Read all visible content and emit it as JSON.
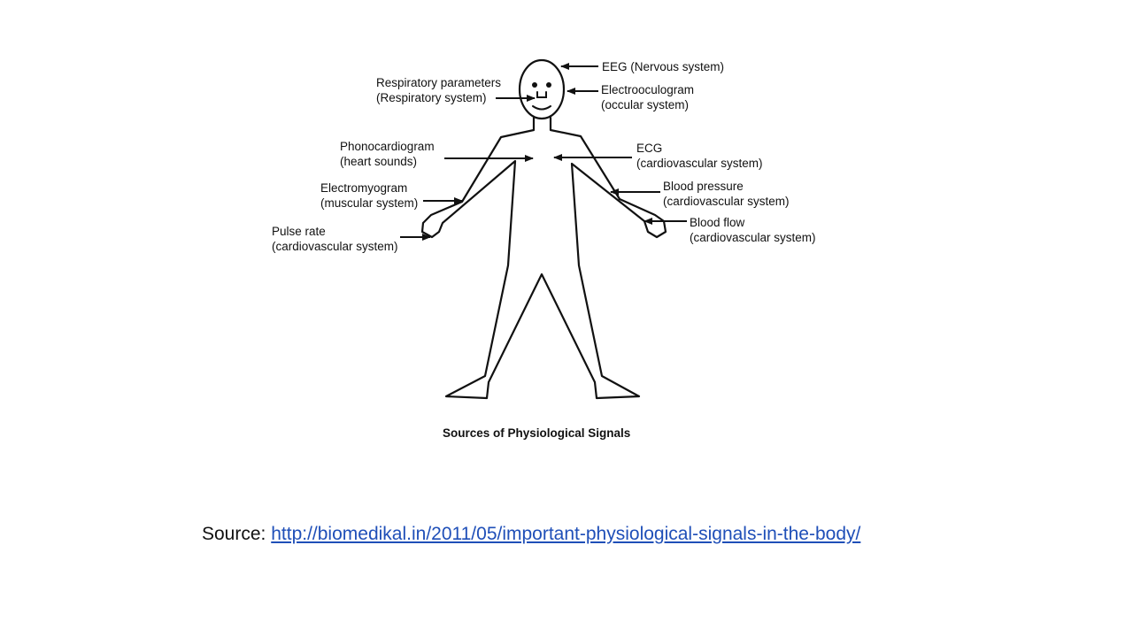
{
  "labels": {
    "eeg": "EEG (Nervous system)",
    "eog_1": "Electrooculogram",
    "eog_2": "(occular system)",
    "resp_1": "Respiratory parameters",
    "resp_2": "(Respiratory system)",
    "pcg_1": "Phonocardiogram",
    "pcg_2": "(heart sounds)",
    "ecg_1": "ECG",
    "ecg_2": "(cardiovascular system)",
    "emg_1": "Electromyogram",
    "emg_2": "(muscular system)",
    "bp_1": "Blood pressure",
    "bp_2": "(cardiovascular system)",
    "pulse_1": "Pulse rate",
    "pulse_2": "(cardiovascular system)",
    "flow_1": "Blood flow",
    "flow_2": "(cardiovascular system)"
  },
  "caption": "Sources of Physiological Signals",
  "source": {
    "prefix": "Source: ",
    "url": "http://biomedikal.in/2011/05/important-physiological-signals-in-the-body/"
  },
  "colors": {
    "ink": "#111111",
    "link": "#1f4fb8",
    "background": "#ffffff"
  }
}
